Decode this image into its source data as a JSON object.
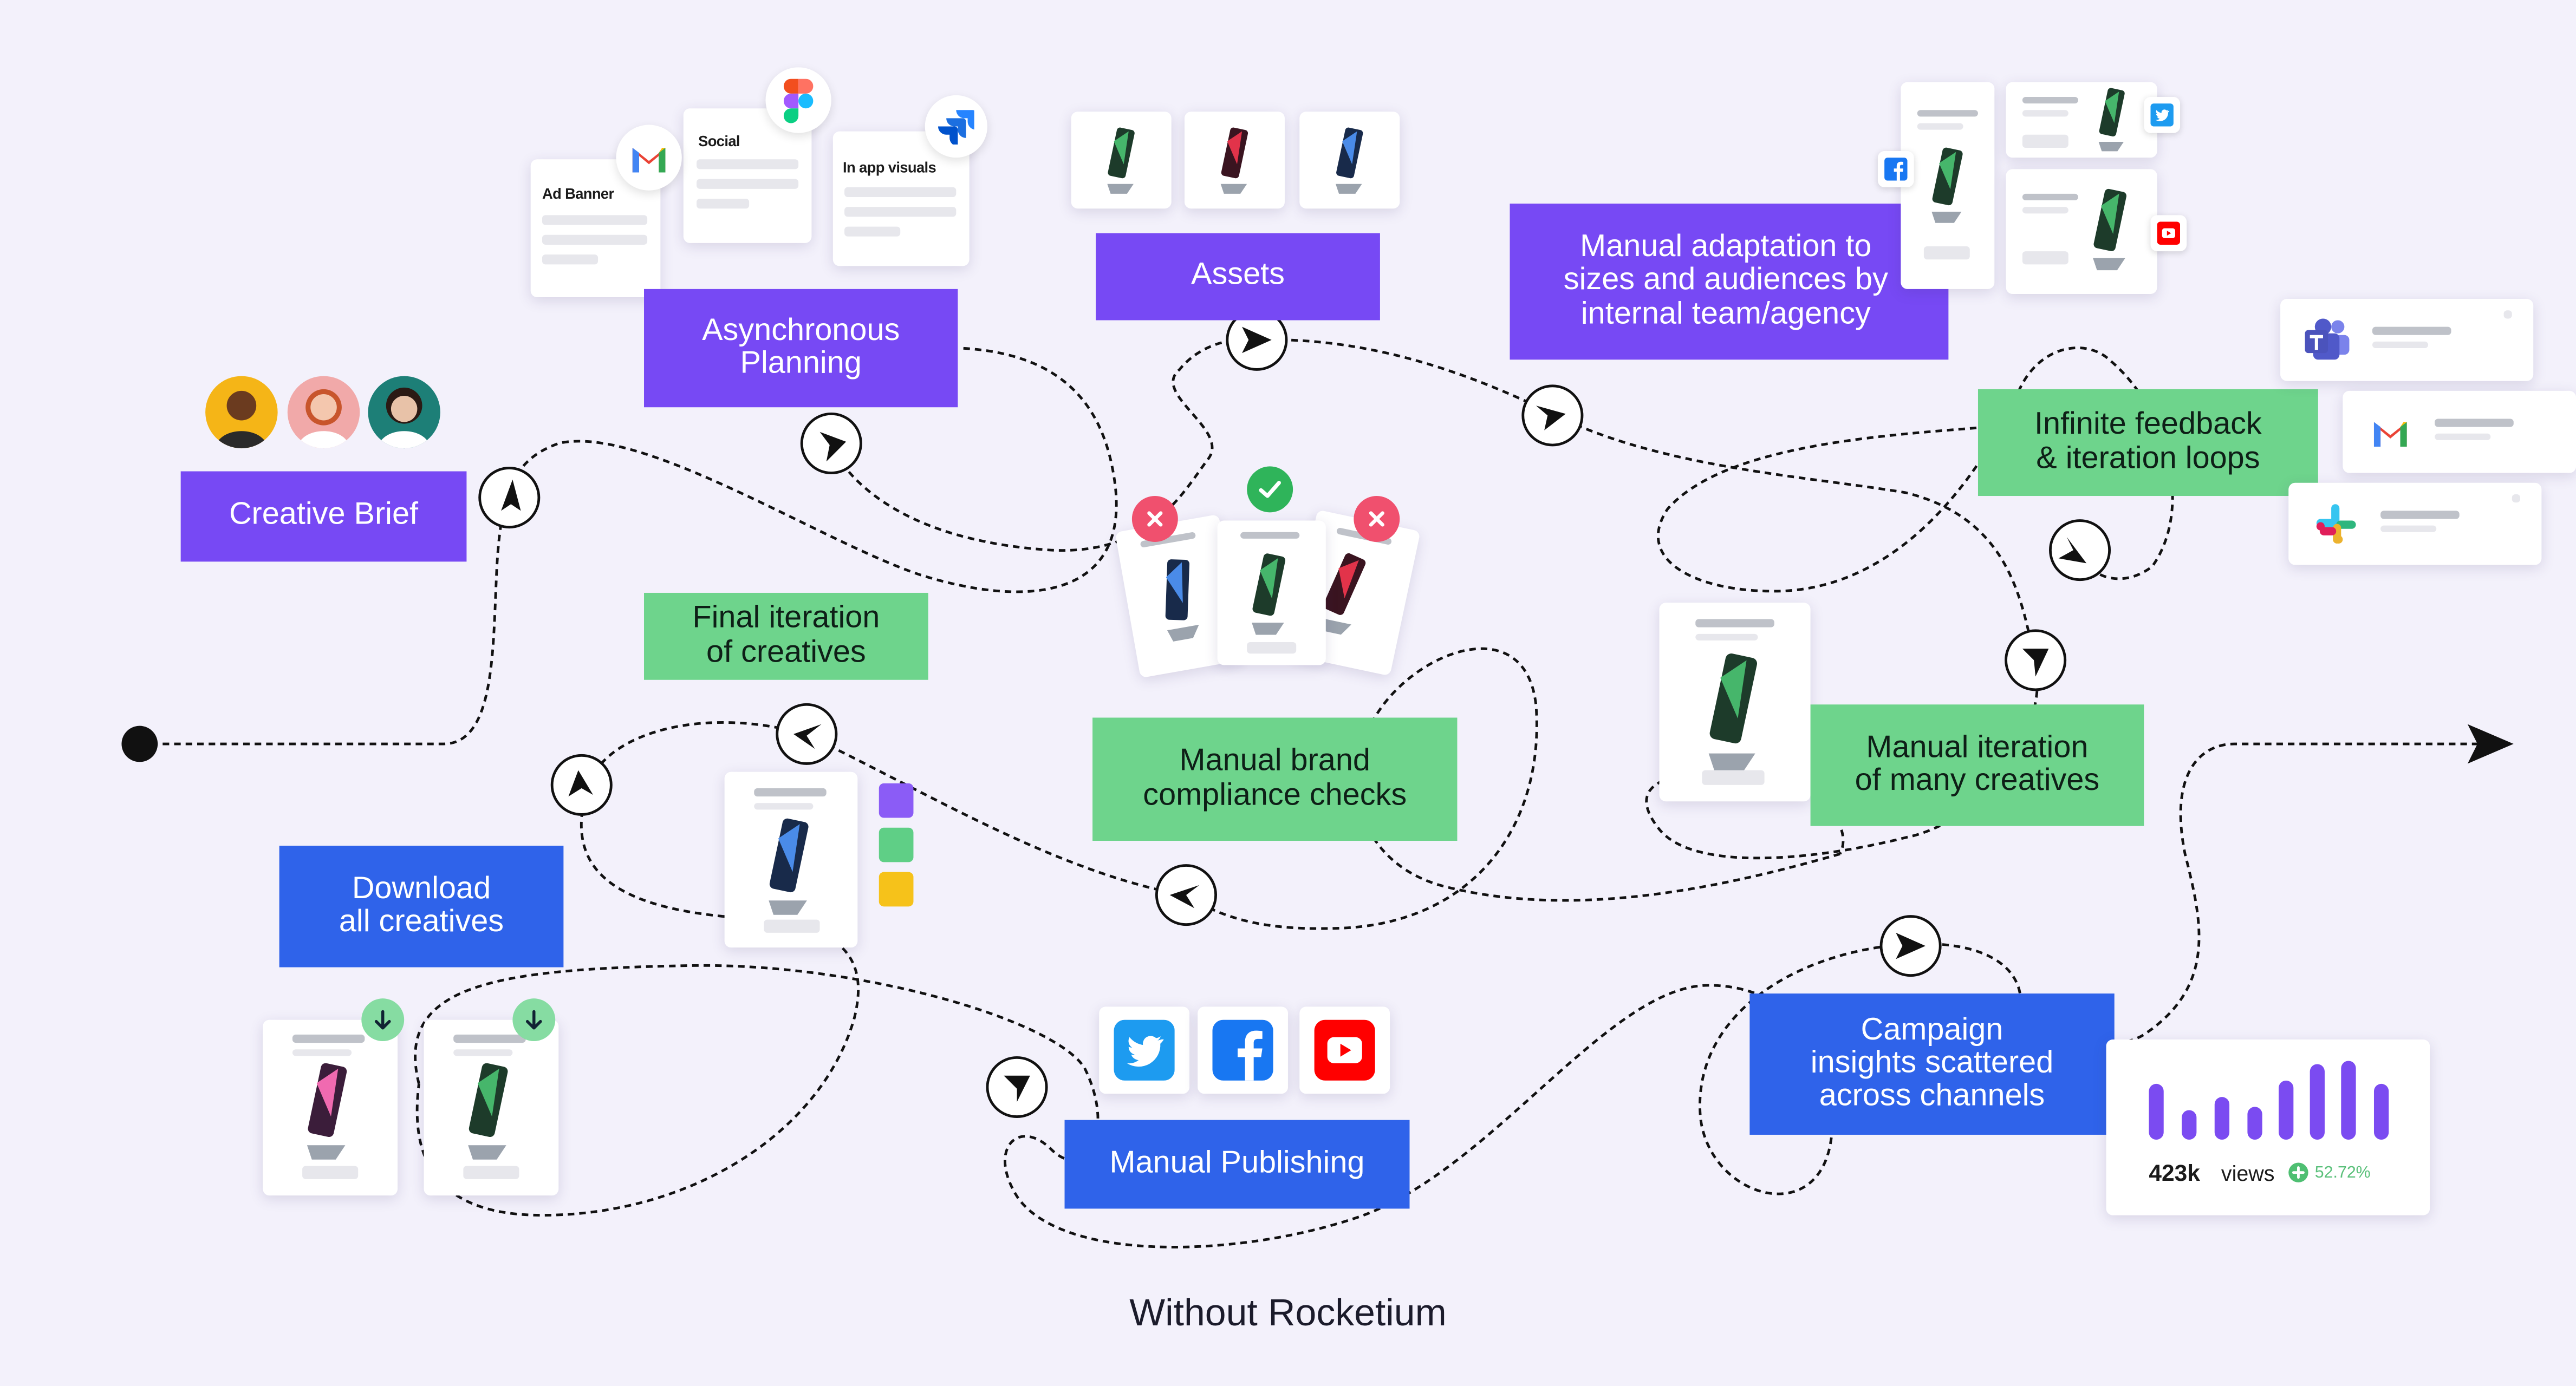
{
  "steps": {
    "creative_brief": "Creative Brief",
    "async_planning": "Asynchronous\nPlanning",
    "assets": "Assets",
    "manual_adaptation": "Manual adaptation to\nsizes and audiences by\ninternal team/agency",
    "feedback_loops": "Infinite feedback\n& iteration loops",
    "final_iteration": "Final iteration\nof creatives",
    "brand_compliance": "Manual brand\ncompliance checks",
    "manual_iteration": "Manual iteration\nof many creatives",
    "download_all": "Download\nall creatives",
    "manual_publishing": "Manual Publishing",
    "campaign_insights": "Campaign\ninsights scattered\nacross channels"
  },
  "planning_docs": {
    "ad_banner": "Ad Banner",
    "social": "Social",
    "in_app_visuals": "In app visuals"
  },
  "stats": {
    "views_value": "423k",
    "views_unit": "views",
    "growth": "52.72%"
  },
  "caption": "Without Rocketium",
  "icons": [
    "gmail-icon",
    "figma-icon",
    "jira-icon",
    "facebook-icon",
    "twitter-icon",
    "youtube-icon",
    "teams-icon",
    "slack-icon",
    "reject-icon",
    "approve-icon",
    "download-icon",
    "plus-icon"
  ],
  "colors": {
    "background": "#f3f1fb",
    "purple_step": "#7749f4",
    "green_step": "#6ed48c",
    "blue_step": "#2f63ea",
    "reject": "#f0506e",
    "approve": "#2fb45a"
  }
}
